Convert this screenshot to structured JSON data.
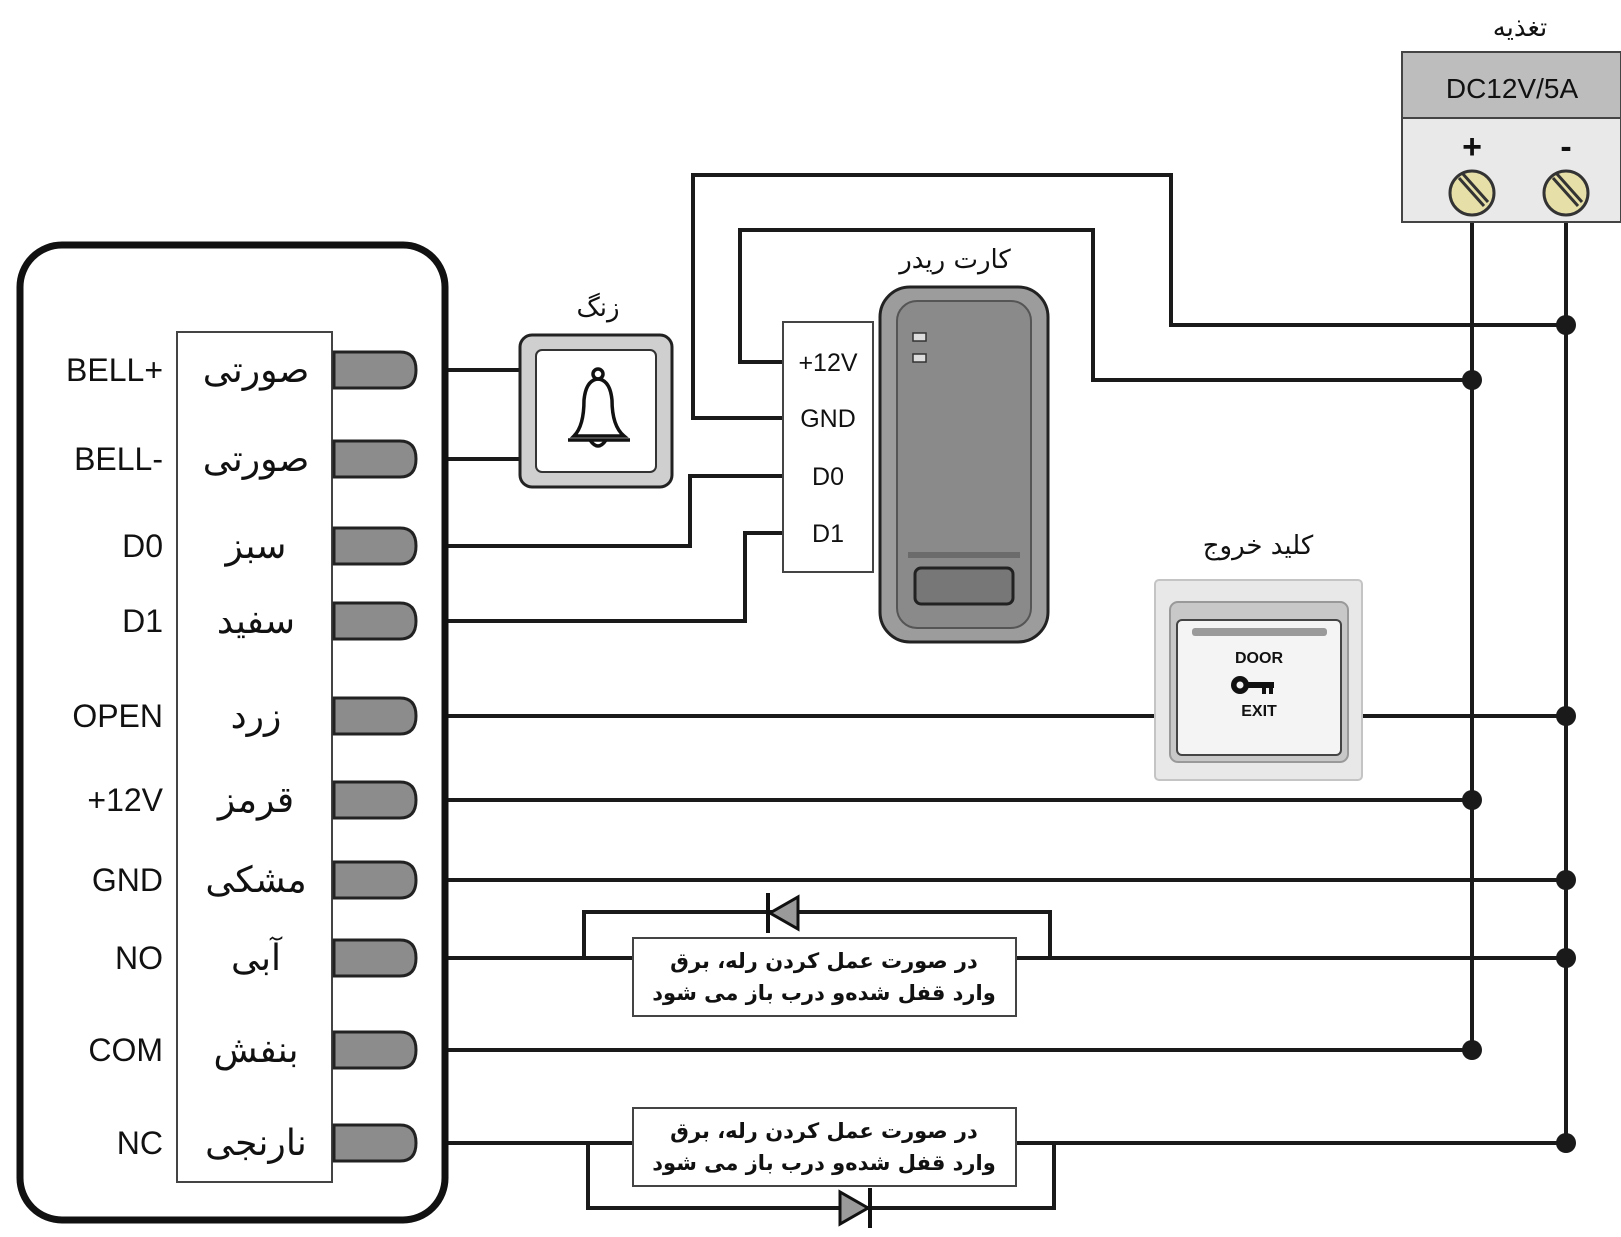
{
  "power_supply": {
    "title": "تغذیه",
    "rating": "DC12V/5A",
    "plus": "+",
    "minus": "-"
  },
  "bell": {
    "title": "زنگ"
  },
  "card_reader": {
    "title": "کارت ریدر",
    "terminals": [
      "+12V",
      "GND",
      "D0",
      "D1"
    ]
  },
  "exit_button": {
    "title": "کلید خروج",
    "line1": "DOOR",
    "line2": "EXIT"
  },
  "controller": {
    "pins": [
      {
        "signal": "BELL+",
        "color": "صورتی"
      },
      {
        "signal": "BELL-",
        "color": "صورتی"
      },
      {
        "signal": "D0",
        "color": "سبز"
      },
      {
        "signal": "D1",
        "color": "سفید"
      },
      {
        "signal": "OPEN",
        "color": "زرد"
      },
      {
        "signal": "+12V",
        "color": "قرمز"
      },
      {
        "signal": "GND",
        "color": "مشکی"
      },
      {
        "signal": "NO",
        "color": "آبی"
      },
      {
        "signal": "COM",
        "color": "بنفش"
      },
      {
        "signal": "NC",
        "color": "نارنجی"
      }
    ]
  },
  "notes": {
    "lock_no_line1": "در صورت عمل کردن رله، برق",
    "lock_no_line2": "وارد قفل شده‌و درب باز می شود",
    "lock_nc_line1": "در صورت عمل کردن رله، برق",
    "lock_nc_line2": "وارد قفل شده‌و درب باز می شود"
  }
}
